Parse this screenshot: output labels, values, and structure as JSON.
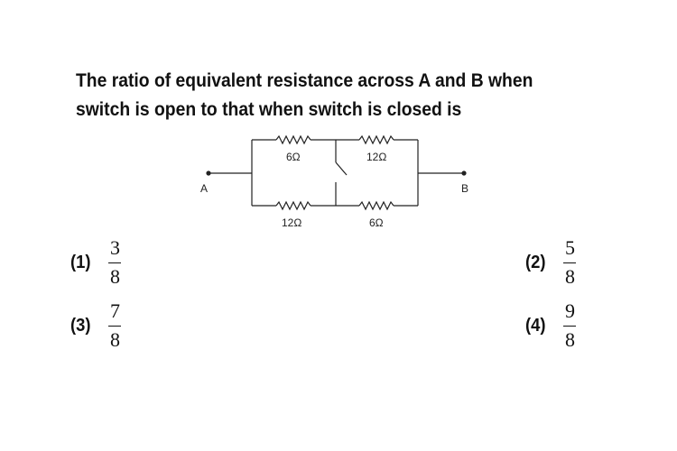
{
  "question": {
    "line1": "The ratio of equivalent resistance across A and B when",
    "line2": "switch is open to that when switch is closed is"
  },
  "circuit": {
    "terminal_left": "A",
    "terminal_right": "B",
    "resistors": {
      "top_left": "6Ω",
      "top_right": "12Ω",
      "bottom_left": "12Ω",
      "bottom_right": "6Ω"
    }
  },
  "options": [
    {
      "label": "(1)",
      "numerator": "3",
      "denominator": "8"
    },
    {
      "label": "(2)",
      "numerator": "5",
      "denominator": "8"
    },
    {
      "label": "(3)",
      "numerator": "7",
      "denominator": "8"
    },
    {
      "label": "(4)",
      "numerator": "9",
      "denominator": "8"
    }
  ]
}
